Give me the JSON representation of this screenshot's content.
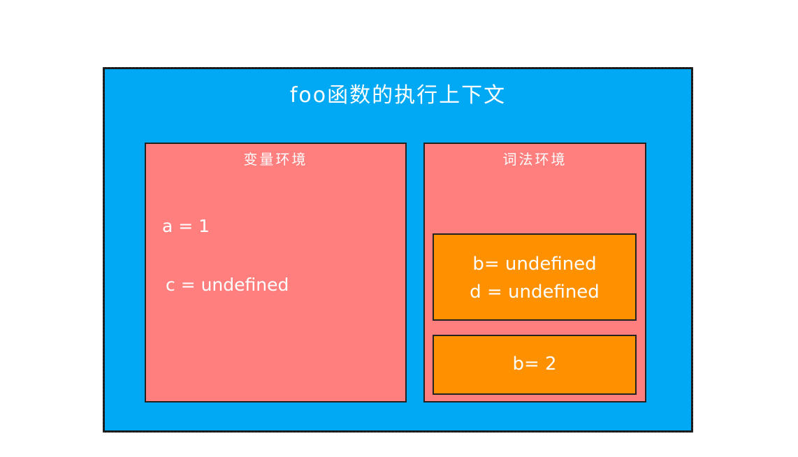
{
  "colors": {
    "context_fill": "#01A9F4",
    "env_fill": "#FF7F7E",
    "block_fill": "#FF9100",
    "text": "#FFFFFF",
    "border": "#222222"
  },
  "context": {
    "title": "foo函数的执行上下文"
  },
  "variable_environment": {
    "title": "变量环境",
    "items": [
      "a = 1",
      "c = undefined"
    ]
  },
  "lexical_environment": {
    "title": "词法环境",
    "blocks": [
      {
        "lines": [
          "b= undefined",
          "d = undefined"
        ]
      },
      {
        "lines": [
          "b= 2"
        ]
      }
    ]
  }
}
